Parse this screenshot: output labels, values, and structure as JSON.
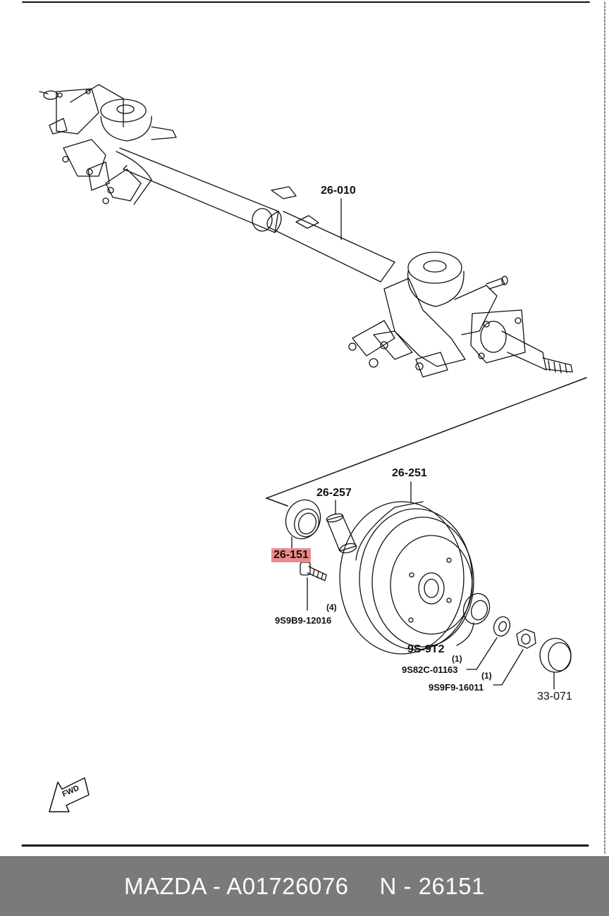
{
  "labels": {
    "axle": "26-010",
    "drum": "26-251",
    "spacer": "26-257",
    "seal": "26-151",
    "bolt": "9S9B9-12016",
    "bolt_qty": "(4)",
    "bearing": "9S-9T2",
    "bearing_qty": "(1)",
    "washer": "9S82C-01163",
    "nut_qty": "(1)",
    "nut": "9S9F9-16011",
    "cap": "33-071",
    "fwd": "FWD"
  },
  "highlight_color": "#f08a8a",
  "footer": {
    "left": "MAZDA - A01726076",
    "right": "N - 26151"
  }
}
